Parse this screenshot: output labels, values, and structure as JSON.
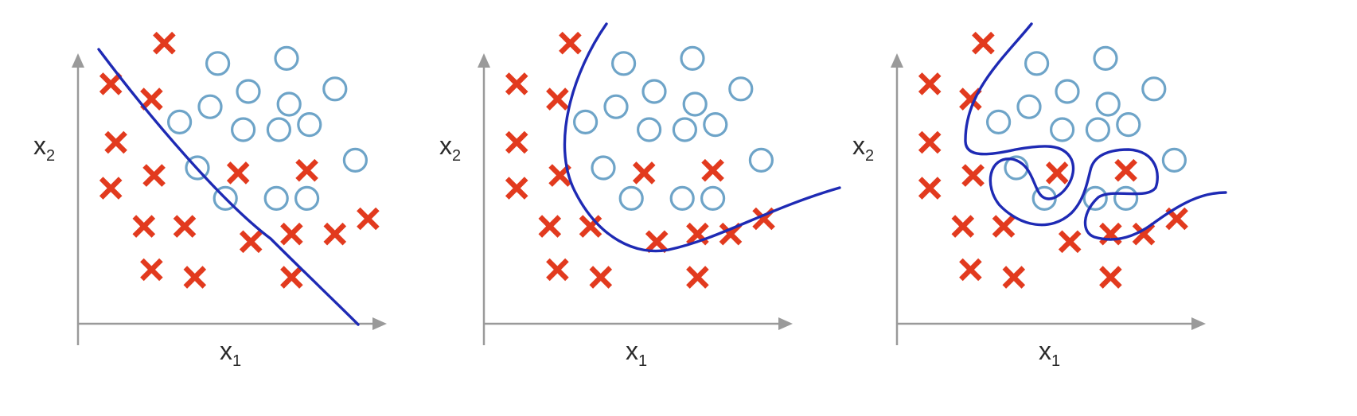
{
  "chart_data": [
    {
      "type": "scatter",
      "title": "",
      "xlabel": "x",
      "xlabel_subscript": "1",
      "ylabel": "x",
      "ylabel_subscript": "2",
      "xlim": [
        0,
        10
      ],
      "ylim": [
        0,
        10
      ],
      "grid": false,
      "series": [
        {
          "marker": "x",
          "color": "#e23a1e",
          "points": [
            [
              0.6,
              8.8
            ],
            [
              2.7,
              10.4
            ],
            [
              2.2,
              8.2
            ],
            [
              0.8,
              6.5
            ],
            [
              2.3,
              5.2
            ],
            [
              0.6,
              4.7
            ],
            [
              1.9,
              3.2
            ],
            [
              3.5,
              3.2
            ],
            [
              2.2,
              1.5
            ],
            [
              3.9,
              1.2
            ],
            [
              5.6,
              5.3
            ],
            [
              8.3,
              5.4
            ],
            [
              6.1,
              2.6
            ],
            [
              7.7,
              2.9
            ],
            [
              9.4,
              2.9
            ],
            [
              10.7,
              3.5
            ],
            [
              7.7,
              1.2
            ]
          ]
        },
        {
          "marker": "o",
          "color": "#6ea4c8",
          "points": [
            [
              4.8,
              9.6
            ],
            [
              7.5,
              9.8
            ],
            [
              4.5,
              7.9
            ],
            [
              6.0,
              8.5
            ],
            [
              7.6,
              8.0
            ],
            [
              9.4,
              8.6
            ],
            [
              3.3,
              7.3
            ],
            [
              5.8,
              7.0
            ],
            [
              7.2,
              7.0
            ],
            [
              8.4,
              7.2
            ],
            [
              4.0,
              5.5
            ],
            [
              10.2,
              5.8
            ],
            [
              5.1,
              4.3
            ],
            [
              7.1,
              4.3
            ],
            [
              8.3,
              4.3
            ]
          ]
        }
      ],
      "decision_boundary": "linear"
    },
    {
      "type": "scatter",
      "title": "",
      "xlabel": "x",
      "xlabel_subscript": "1",
      "ylabel": "x",
      "ylabel_subscript": "2",
      "xlim": [
        0,
        10
      ],
      "ylim": [
        0,
        10
      ],
      "grid": false,
      "series": [
        {
          "marker": "x",
          "color": "#e23a1e",
          "points": [
            [
              0.6,
              8.8
            ],
            [
              2.7,
              10.4
            ],
            [
              2.2,
              8.2
            ],
            [
              0.6,
              6.5
            ],
            [
              2.3,
              5.2
            ],
            [
              0.6,
              4.7
            ],
            [
              1.9,
              3.2
            ],
            [
              3.5,
              3.2
            ],
            [
              2.2,
              1.5
            ],
            [
              3.9,
              1.2
            ],
            [
              5.6,
              5.3
            ],
            [
              8.3,
              5.4
            ],
            [
              6.1,
              2.6
            ],
            [
              7.7,
              2.9
            ],
            [
              9.0,
              2.9
            ],
            [
              10.3,
              3.5
            ],
            [
              7.7,
              1.2
            ]
          ]
        },
        {
          "marker": "o",
          "color": "#6ea4c8",
          "points": [
            [
              4.8,
              9.6
            ],
            [
              7.5,
              9.8
            ],
            [
              4.5,
              7.9
            ],
            [
              6.0,
              8.5
            ],
            [
              7.6,
              8.0
            ],
            [
              9.4,
              8.6
            ],
            [
              3.3,
              7.3
            ],
            [
              5.8,
              7.0
            ],
            [
              7.2,
              7.0
            ],
            [
              8.4,
              7.2
            ],
            [
              4.0,
              5.5
            ],
            [
              10.2,
              5.8
            ],
            [
              5.1,
              4.3
            ],
            [
              7.1,
              4.3
            ],
            [
              8.3,
              4.3
            ]
          ]
        }
      ],
      "decision_boundary": "curved"
    },
    {
      "type": "scatter",
      "title": "",
      "xlabel": "x",
      "xlabel_subscript": "1",
      "ylabel": "x",
      "ylabel_subscript": "2",
      "xlim": [
        0,
        10
      ],
      "ylim": [
        0,
        10
      ],
      "grid": false,
      "series": [
        {
          "marker": "x",
          "color": "#e23a1e",
          "points": [
            [
              0.6,
              8.8
            ],
            [
              2.7,
              10.4
            ],
            [
              2.2,
              8.2
            ],
            [
              0.6,
              6.5
            ],
            [
              2.3,
              5.2
            ],
            [
              0.6,
              4.7
            ],
            [
              1.9,
              3.2
            ],
            [
              3.5,
              3.2
            ],
            [
              2.2,
              1.5
            ],
            [
              3.9,
              1.2
            ],
            [
              5.6,
              5.3
            ],
            [
              8.3,
              5.4
            ],
            [
              6.1,
              2.6
            ],
            [
              7.7,
              2.9
            ],
            [
              9.0,
              2.9
            ],
            [
              10.3,
              3.5
            ],
            [
              7.7,
              1.2
            ]
          ]
        },
        {
          "marker": "o",
          "color": "#6ea4c8",
          "points": [
            [
              4.8,
              9.6
            ],
            [
              7.5,
              9.8
            ],
            [
              4.5,
              7.9
            ],
            [
              6.0,
              8.5
            ],
            [
              7.6,
              8.0
            ],
            [
              9.4,
              8.6
            ],
            [
              3.3,
              7.3
            ],
            [
              5.8,
              7.0
            ],
            [
              7.2,
              7.0
            ],
            [
              8.4,
              7.2
            ],
            [
              4.0,
              5.5
            ],
            [
              10.2,
              5.8
            ],
            [
              5.1,
              4.3
            ],
            [
              7.1,
              4.3
            ],
            [
              8.3,
              4.3
            ]
          ]
        }
      ],
      "decision_boundary": "complex"
    }
  ]
}
